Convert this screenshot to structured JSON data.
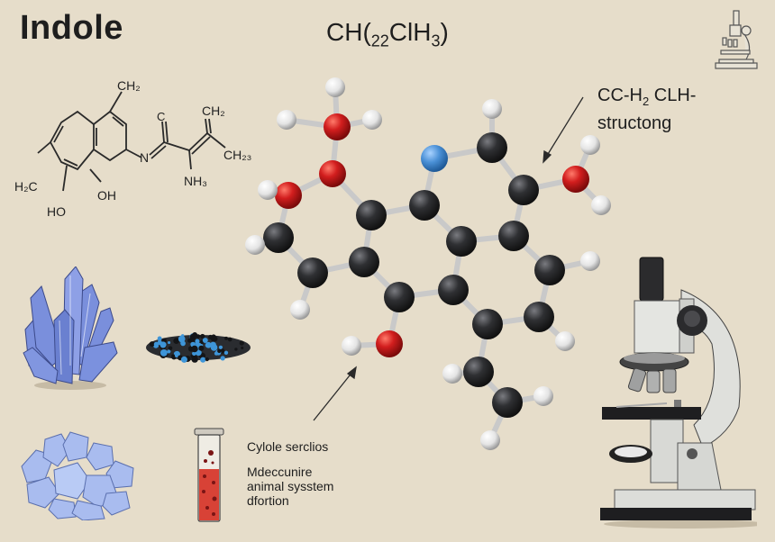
{
  "title": "Indole",
  "formula": {
    "main": "CH(",
    "sub1": "22",
    "mid": "Cl",
    "h": "H",
    "sub2": "3",
    "close": ")"
  },
  "structure_label": {
    "line1_a": "CC-H",
    "line1_sub": "2",
    "line1_b": " CLH-",
    "line2": "structong"
  },
  "skeletal_labels": {
    "ch2_top": "CH₂",
    "c_carbonyl": "C",
    "ch2_right": "CH₂",
    "n": "N",
    "ch23": "CH₂₃",
    "nh3": "NH₃",
    "h2c": "H₂C",
    "oh": "OH",
    "ho": "HO"
  },
  "tube_caption": {
    "line1": "Cylole serclios",
    "line2": "Mdeccunire",
    "line3": "animal sysstem",
    "line4": "dfortion"
  },
  "colors": {
    "background": "#e6ddca",
    "carbon": "#2f3033",
    "oxygen": "#d21e1e",
    "nitrogen": "#4a90d6",
    "hydrogen": "#ececec",
    "crystal": "#6f86d6",
    "liquid": "#d84236"
  }
}
